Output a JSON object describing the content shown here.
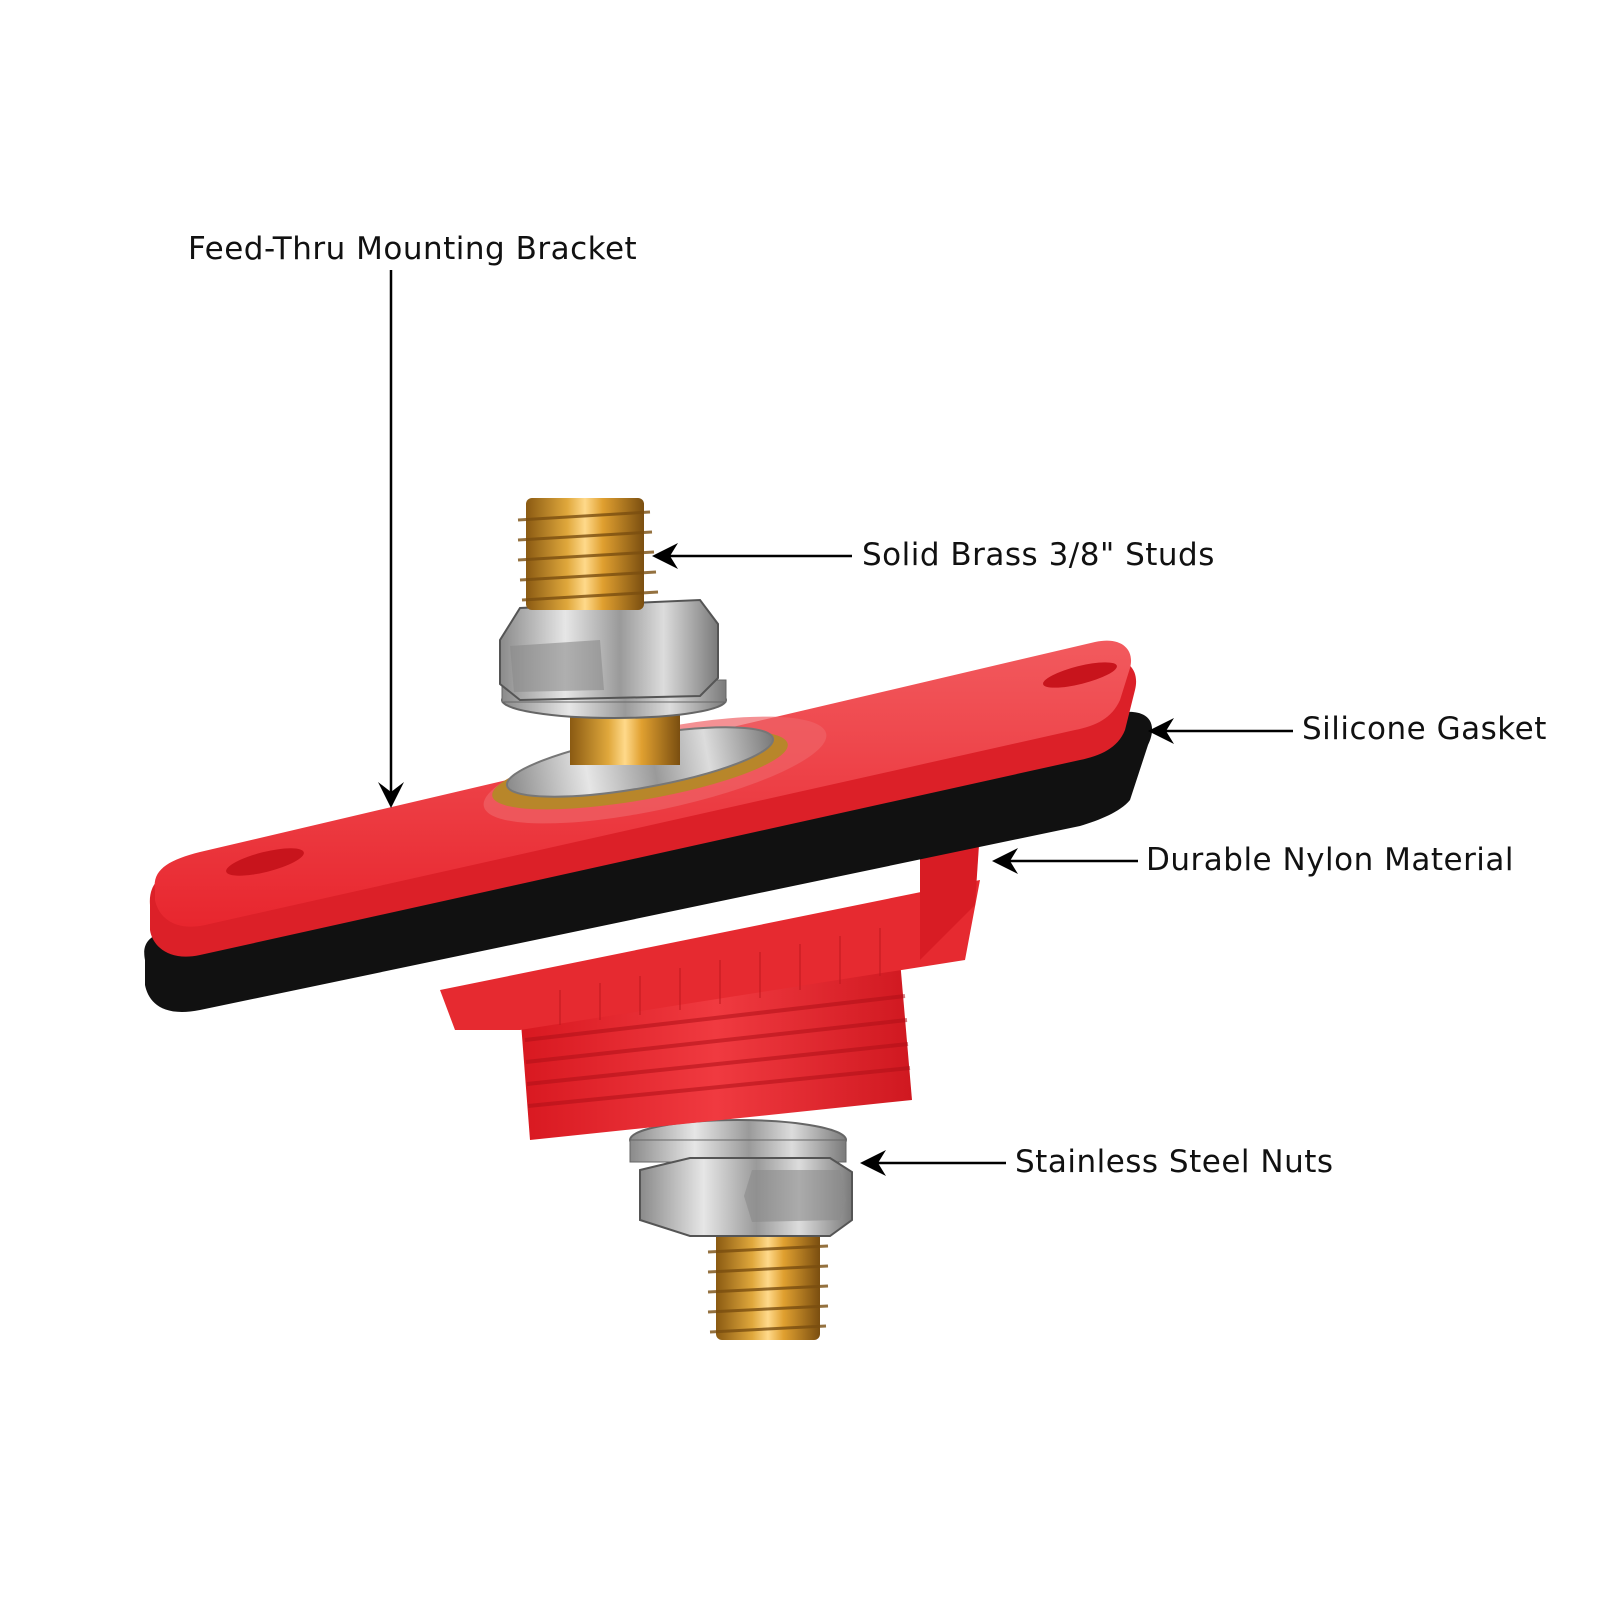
{
  "diagram": {
    "subject": "Battery terminal feed-thru power post",
    "colors": {
      "body_red": "#e8262e",
      "body_red_light": "#f2545a",
      "body_red_dark": "#c4141c",
      "gasket_black": "#111111",
      "brass": "#c8902c",
      "brass_light": "#f0c060",
      "steel": "#b8b8b8",
      "steel_light": "#e8e8e8",
      "steel_dark": "#6e6e6e",
      "line": "#000000"
    },
    "callouts": [
      {
        "id": "bracket",
        "label": "Feed-Thru Mounting Bracket"
      },
      {
        "id": "studs",
        "label": "Solid Brass 3/8\" Studs"
      },
      {
        "id": "gasket",
        "label": "Silicone Gasket"
      },
      {
        "id": "nylon",
        "label": "Durable Nylon Material"
      },
      {
        "id": "nuts",
        "label": "Stainless Steel Nuts"
      }
    ]
  }
}
